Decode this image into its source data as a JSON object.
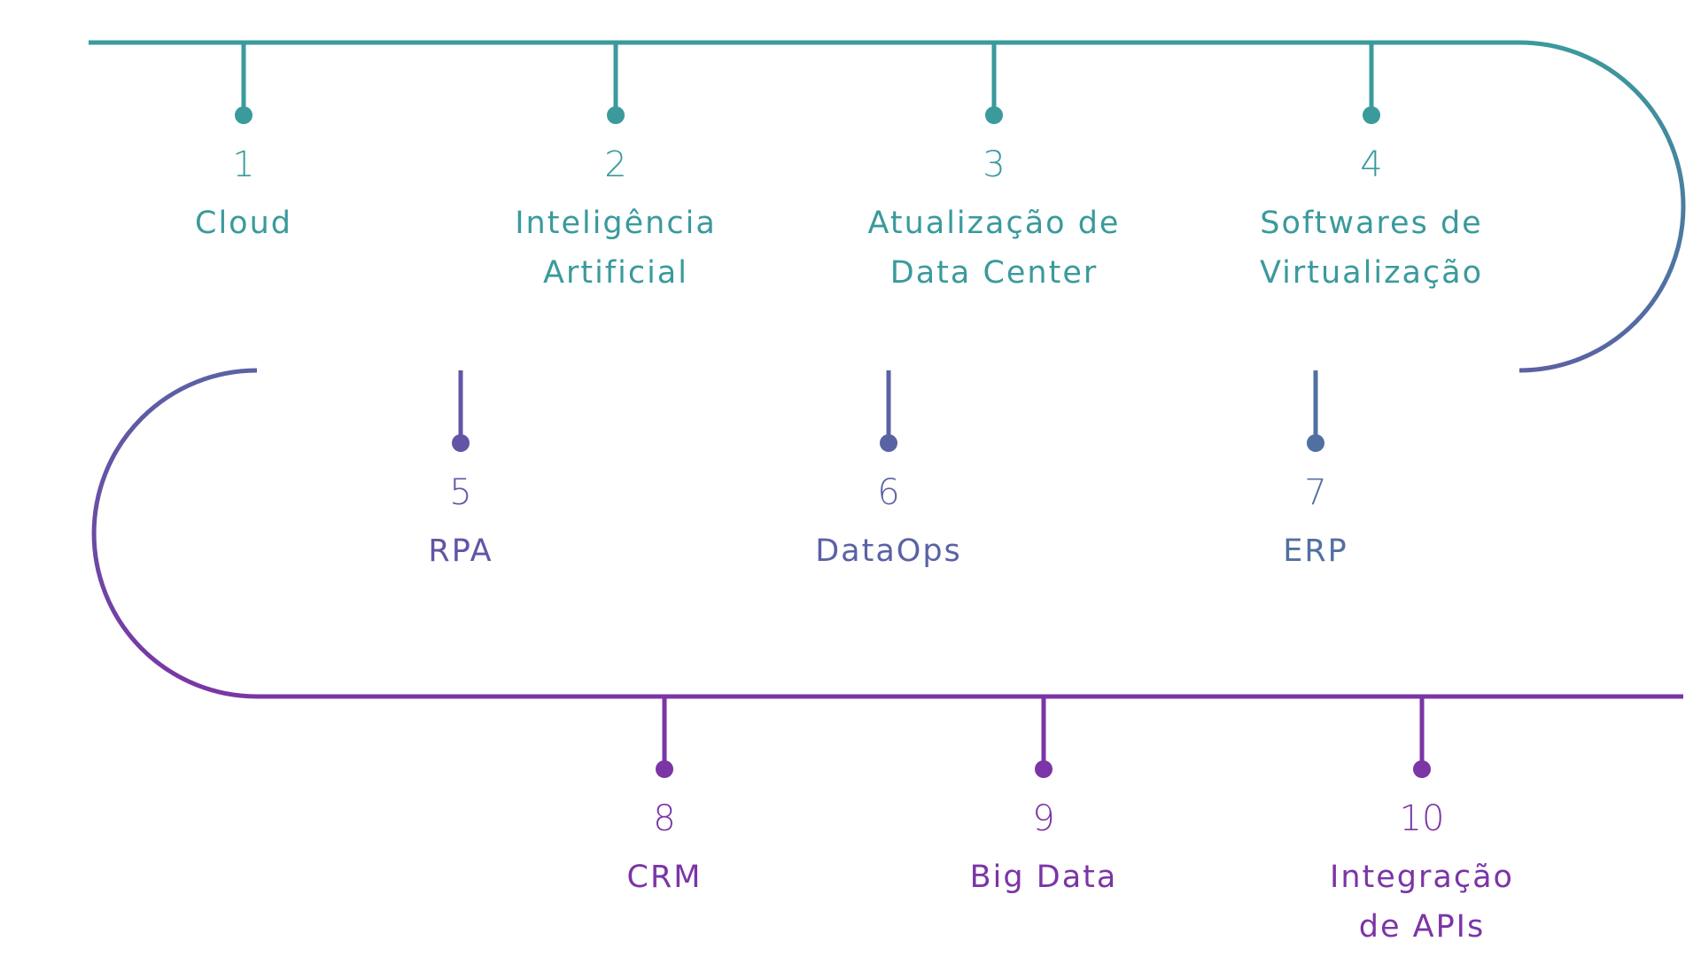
{
  "colors": {
    "row1": "#3a9a9c",
    "row2": "#5a62a4",
    "row3": "#7b35a6",
    "curve_right": "#4a80a0",
    "curve_left": "#6a44a6"
  },
  "milestones": [
    {
      "number": "1",
      "label": "Cloud",
      "row": 1
    },
    {
      "number": "2",
      "label": "Inteligência\nArtificial",
      "row": 1
    },
    {
      "number": "3",
      "label": "Atualização de\nData Center",
      "row": 1
    },
    {
      "number": "4",
      "label": "Softwares de\nVirtualização",
      "row": 1
    },
    {
      "number": "5",
      "label": "RPA",
      "row": 2
    },
    {
      "number": "6",
      "label": "DataOps",
      "row": 2
    },
    {
      "number": "7",
      "label": "ERP",
      "row": 2
    },
    {
      "number": "8",
      "label": "CRM",
      "row": 3
    },
    {
      "number": "9",
      "label": "Big Data",
      "row": 3
    },
    {
      "number": "10",
      "label": "Integração\nde APIs",
      "row": 3
    }
  ]
}
